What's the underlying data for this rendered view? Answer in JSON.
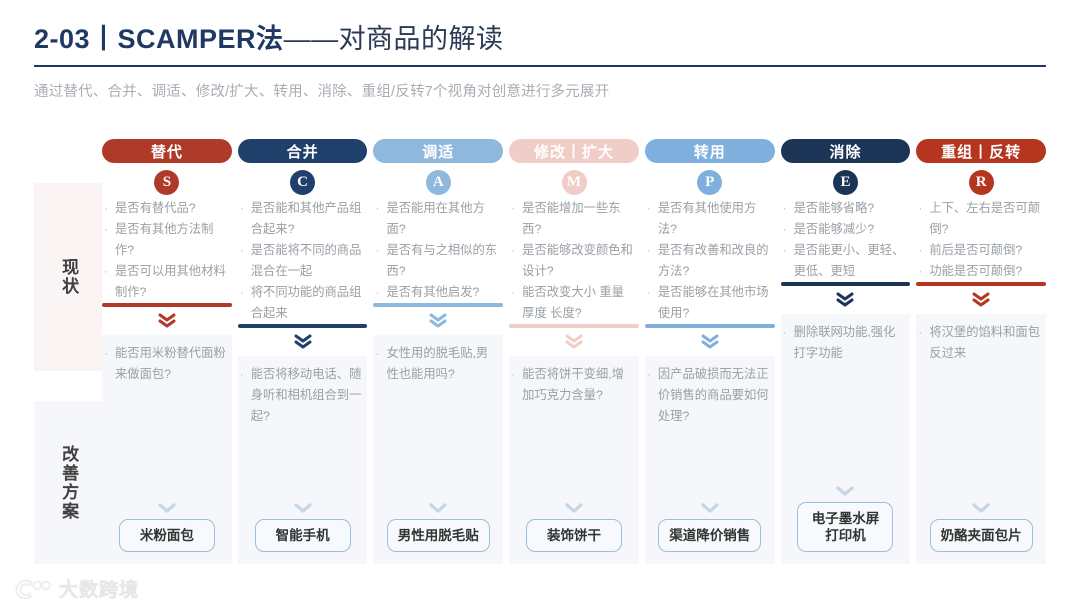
{
  "header": {
    "title_main": "2-03丨SCAMPER法",
    "title_sub": "——对商品的解读",
    "subtitle": "通过替代、合并、调适、修改/扩大、转用、消除、重组/反转7个视角对创意进行多元展开"
  },
  "row_labels": {
    "current": "现状",
    "improve": "改善方案"
  },
  "colors": {
    "dark_red": "#b03a2a",
    "navy": "#1f3a63",
    "light_blue": "#8fb8dd",
    "pale_pink": "#f0cdc6",
    "mid_blue": "#7fb0dd",
    "deep_navy": "#1c3557",
    "brick_red": "#b5351f",
    "title_navy": "#1f3864",
    "panel_blue_bg": "#f5f7fa",
    "panel_pink_bg": "#faf5f4"
  },
  "columns": [
    {
      "label": "替代",
      "letter": "S",
      "pill_color": "#b03a2a",
      "badge_color": "#b03a2a",
      "bar_color": "#b03a2a",
      "chevron_color": "#b03a2a",
      "current": [
        "是否有替代品?",
        "是否有其他方法制作?",
        "是否可以用其他材料制作?"
      ],
      "improve": [
        "能否用米粉替代面粉来做面包?"
      ],
      "result": "米粉面包"
    },
    {
      "label": "合并",
      "letter": "C",
      "pill_color": "#20406c",
      "badge_color": "#20406c",
      "bar_color": "#20406c",
      "chevron_color": "#20406c",
      "current": [
        "是否能和其他产品组合起来?",
        "是否能将不同的商品混合在一起",
        "将不同功能的商品组合起来"
      ],
      "improve": [
        "能否将移动电话、随身听和相机组合到一起?"
      ],
      "result": "智能手机"
    },
    {
      "label": "调适",
      "letter": "A",
      "pill_color": "#8fb8dd",
      "badge_color": "#8fb8dd",
      "bar_color": "#8fb8dd",
      "chevron_color": "#8fb8dd",
      "current": [
        "是否能用在其他方面?",
        "是否有与之相似的东西?",
        "是否有其他启发?"
      ],
      "improve": [
        "女性用的脱毛贴,男性也能用吗?"
      ],
      "result": "男性用脱毛贴"
    },
    {
      "label": "修改丨扩大",
      "letter": "M",
      "pill_color": "#f0cdc6",
      "badge_color": "#f0cdc6",
      "bar_color": "#f0cdc6",
      "chevron_color": "#f0cdc6",
      "current": [
        "是否能增加一些东西?",
        "是否能够改变颜色和设计?",
        "能否改变大小 重量 厚度 长度?"
      ],
      "improve": [
        "能否将饼干变细,增加巧克力含量?"
      ],
      "result": "装饰饼干"
    },
    {
      "label": "转用",
      "letter": "P",
      "pill_color": "#7fb0dd",
      "badge_color": "#7fb0dd",
      "bar_color": "#7fb0dd",
      "chevron_color": "#7fb0dd",
      "current": [
        "是否有其他使用方法?",
        "是否有改善和改良的方法?",
        "是否能够在其他市场使用?"
      ],
      "improve": [
        "因产品破损而无法正价销售的商品要如何处理?"
      ],
      "result": "渠道降价销售"
    },
    {
      "label": "消除",
      "letter": "E",
      "pill_color": "#1c3557",
      "badge_color": "#1c3557",
      "bar_color": "#1c3557",
      "chevron_color": "#1c3557",
      "current": [
        "是否能够省略?",
        "是否能够减少?",
        "是否能更小、更轻、更低、更短"
      ],
      "improve": [
        "删除联网功能,强化打字功能"
      ],
      "result": "电子墨水屏\n打印机"
    },
    {
      "label": "重组丨反转",
      "letter": "R",
      "pill_color": "#b5351f",
      "badge_color": "#b5351f",
      "bar_color": "#b5351f",
      "chevron_color": "#b5351f",
      "current": [
        "上下、左右是否可颠倒?",
        "前后是否可颠倒?",
        "功能是否可颠倒?"
      ],
      "improve": [
        "将汉堡的馅料和面包反过来"
      ],
      "result": "奶酪夹面包片"
    }
  ],
  "watermark": {
    "text": "大数跨境"
  }
}
